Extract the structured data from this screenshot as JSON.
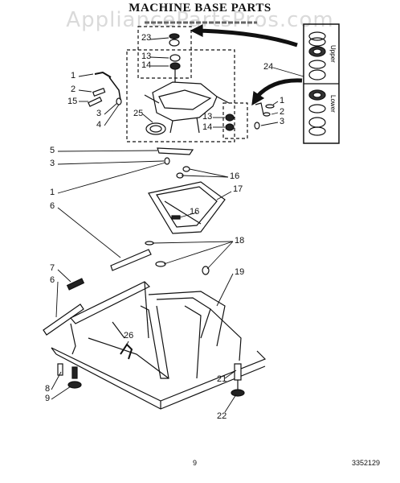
{
  "header": {
    "title": "MACHINE BASE PARTS",
    "watermark": "AppliancePartsPros.com"
  },
  "callouts": [
    {
      "id": "c23",
      "label": "23"
    },
    {
      "id": "c13a",
      "label": "13"
    },
    {
      "id": "c14a",
      "label": "14"
    },
    {
      "id": "c24",
      "label": "24"
    },
    {
      "id": "c1a",
      "label": "1"
    },
    {
      "id": "c2a",
      "label": "2"
    },
    {
      "id": "c15",
      "label": "15"
    },
    {
      "id": "c3a",
      "label": "3"
    },
    {
      "id": "c4",
      "label": "4"
    },
    {
      "id": "c25",
      "label": "25"
    },
    {
      "id": "c13b",
      "label": "13"
    },
    {
      "id": "c14b",
      "label": "14"
    },
    {
      "id": "c1b",
      "label": "1"
    },
    {
      "id": "c2b",
      "label": "2"
    },
    {
      "id": "c3b",
      "label": "3"
    },
    {
      "id": "c5",
      "label": "5"
    },
    {
      "id": "c3c",
      "label": "3"
    },
    {
      "id": "c16a",
      "label": "16"
    },
    {
      "id": "c1c",
      "label": "1"
    },
    {
      "id": "c17",
      "label": "17"
    },
    {
      "id": "c6a",
      "label": "6"
    },
    {
      "id": "c16b",
      "label": "16"
    },
    {
      "id": "c18",
      "label": "18"
    },
    {
      "id": "c7",
      "label": "7"
    },
    {
      "id": "c19",
      "label": "19"
    },
    {
      "id": "c6b",
      "label": "6"
    },
    {
      "id": "c26",
      "label": "26"
    },
    {
      "id": "c21",
      "label": "21"
    },
    {
      "id": "c8",
      "label": "8"
    },
    {
      "id": "c9",
      "label": "9"
    },
    {
      "id": "c22",
      "label": "22"
    }
  ],
  "inset": {
    "upper_label": "Upper",
    "lower_label": "Lower"
  },
  "footer": {
    "page_number": "9",
    "document_number": "3352129"
  }
}
